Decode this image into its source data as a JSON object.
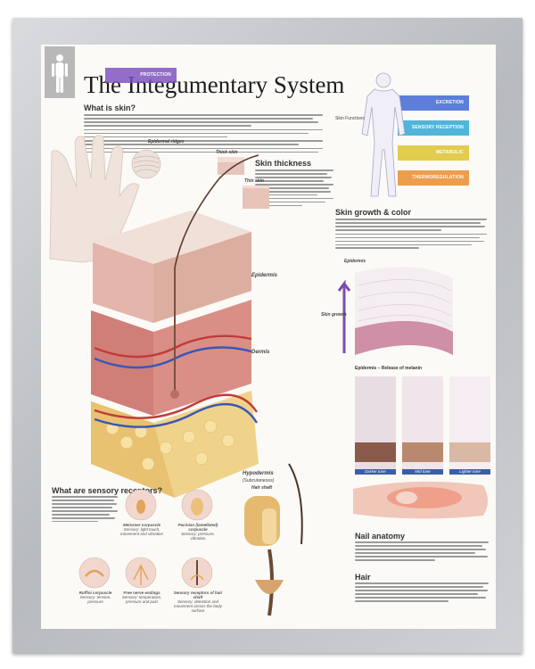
{
  "poster": {
    "title": "The Integumentary System",
    "sections": {
      "what_is_skin": "What is skin?",
      "skin_thickness": "Skin thickness",
      "growth_color": "Skin growth & color",
      "sensory": "What are sensory receptors?",
      "nail": "Nail anatomy",
      "hair": "Hair"
    },
    "skin_functions": {
      "caption": "Skin Functions",
      "bands": [
        {
          "label": "PROTECTION",
          "color": "#7b4fc0"
        },
        {
          "label": "EXCRETION",
          "color": "#3b63d4"
        },
        {
          "label": "SENSORY RECEPTION",
          "color": "#2aa6d6"
        },
        {
          "label": "METABOLIC",
          "color": "#ddc22a"
        },
        {
          "label": "THERMOREGULATION",
          "color": "#e98a2a"
        }
      ]
    },
    "layers": {
      "epidermis": "Epidermis",
      "dermis": "Dermis",
      "hypodermis": "Hypodermis",
      "hypodermis_sub": "(Subcutaneous)"
    },
    "callouts": {
      "epidermal_ridges": "Epidermal ridges",
      "thick_skin": "Thick skin",
      "thin_skin": "Thin skin",
      "hair_shaft": "Hair shaft",
      "skin_growth": "Skin growth",
      "melanin": "Epidermis – Release of melanin"
    },
    "tones": [
      "Darker tone",
      "Mid tone",
      "Lighter tone"
    ],
    "receptors": [
      {
        "name": "Meissner corpuscle",
        "detail": "Sensory: light touch, movement and vibration"
      },
      {
        "name": "Pacinian (lamellated) corpuscle",
        "detail": "Sensory: pressure, vibration"
      },
      {
        "name": "Ruffini corpuscle",
        "detail": "Sensory: tension, pressure"
      },
      {
        "name": "Free nerve endings",
        "detail": "Sensory: temperature, pressure and pain"
      },
      {
        "name": "Sensory receptors of hair shaft",
        "detail": "Sensory: detection and movement across the body surface"
      }
    ]
  }
}
